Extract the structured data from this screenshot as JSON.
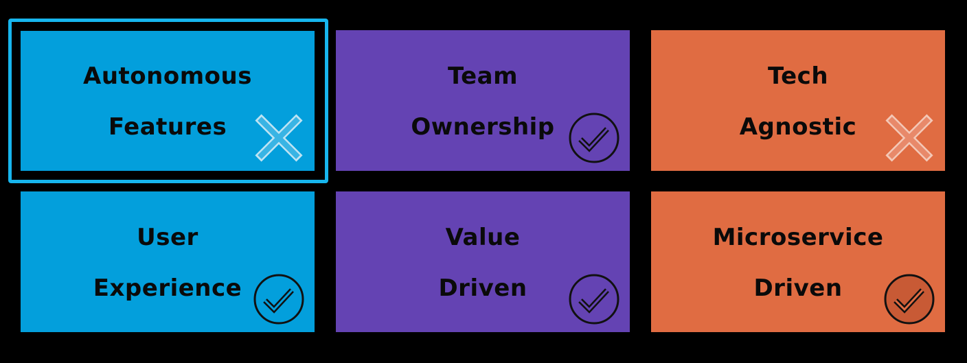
{
  "tiles": [
    {
      "line1": "Autonomous",
      "line2": "Features",
      "status": "cross-icon",
      "color": "#039fdc",
      "selected": true
    },
    {
      "line1": "Team",
      "line2": "Ownership",
      "status": "check-circle-icon",
      "color": "#6443b3",
      "selected": false
    },
    {
      "line1": "Tech",
      "line2": "Agnostic",
      "status": "cross-icon",
      "color": "#e06c42",
      "selected": false
    },
    {
      "line1": "User",
      "line2": "Experience",
      "status": "check-circle-icon",
      "color": "#039fdc",
      "selected": false
    },
    {
      "line1": "Value",
      "line2": "Driven",
      "status": "check-circle-icon",
      "color": "#6443b3",
      "selected": false
    },
    {
      "line1": "Microservice",
      "line2": "Driven",
      "status": "check-circle-icon",
      "color": "#e06c42",
      "selected": false
    }
  ],
  "colors": {
    "background": "#000000",
    "selection": "#17b6ee",
    "text": "#0a0a0a"
  }
}
